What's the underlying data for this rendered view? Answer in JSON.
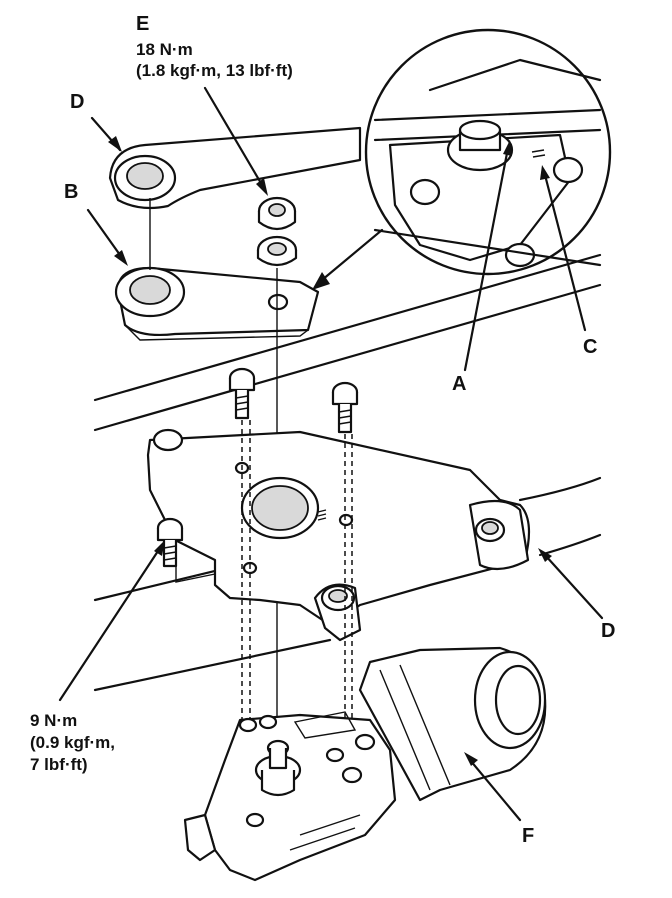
{
  "labels": {
    "a": "A",
    "b": "B",
    "c": "C",
    "d_top": "D",
    "d_bottom": "D",
    "e": "E",
    "f": "F"
  },
  "torque_e": {
    "line1": "18 N·m",
    "line2": "(1.8 kgf·m, 13 lbf·ft)"
  },
  "torque_bolts": {
    "line1": "9 N·m",
    "line2": "(0.9 kgf·m,",
    "line3": "7 lbf·ft)"
  }
}
